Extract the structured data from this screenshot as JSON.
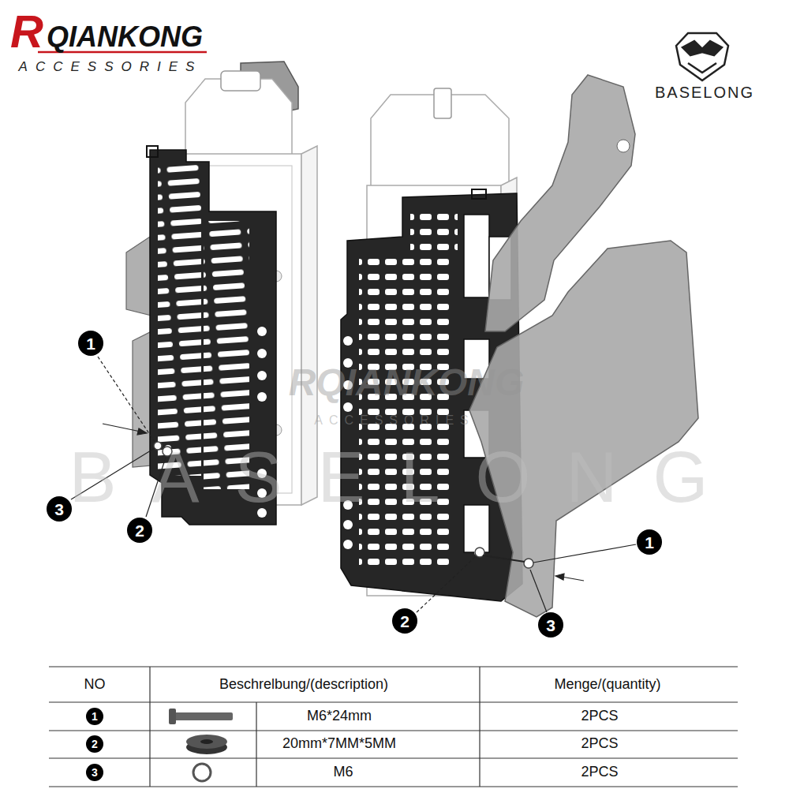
{
  "diagram": {
    "labels": [
      "R",
      "QIANKONG",
      "ACCESSORIES",
      "BASELONG",
      "RQIANKONG",
      "ACCESSORIES",
      "BASELONG",
      "1",
      "3",
      "2",
      "1",
      "2",
      "3",
      "NO",
      "Beschrelbung/(description)",
      "Menge/(quantity)",
      "1",
      "M6*24mm",
      "2PCS",
      "2",
      "20mm*7MM*5MM",
      "2PCS",
      "3",
      "M6",
      "2PCS"
    ]
  }
}
